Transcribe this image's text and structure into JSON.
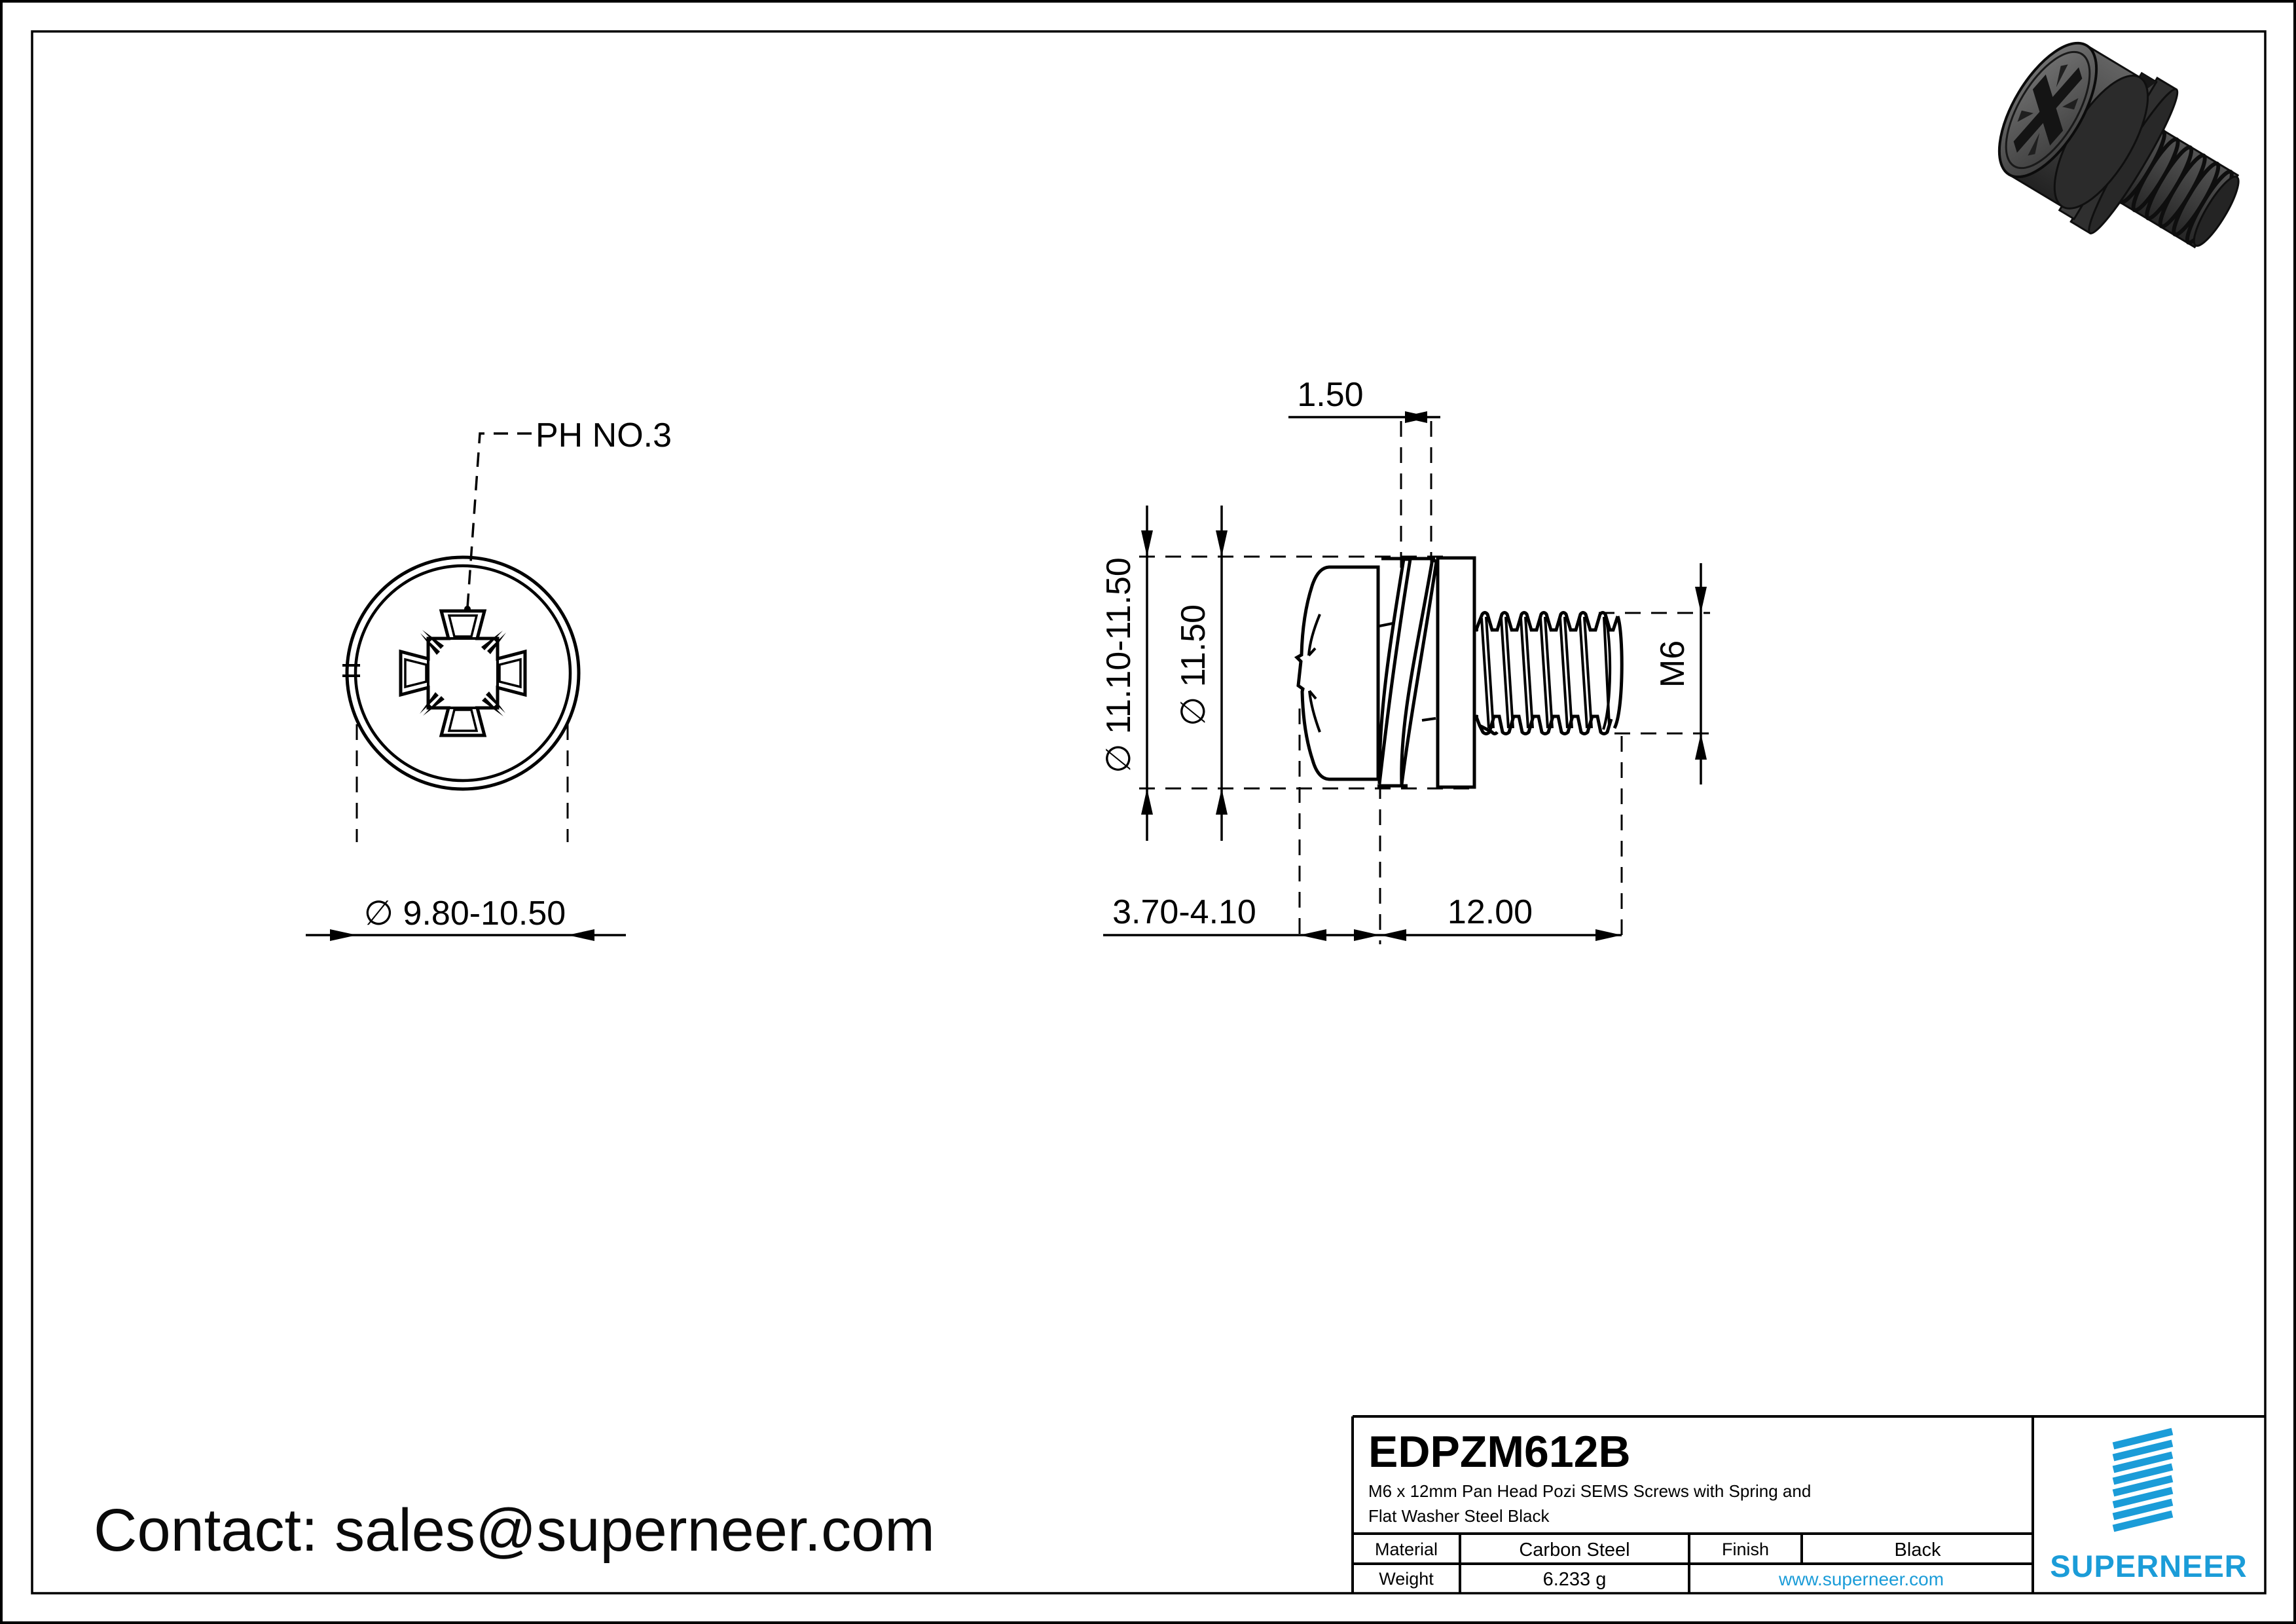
{
  "page": {
    "background": "#ffffff",
    "line_color": "#000000",
    "accent_blue": "#1b9cd8"
  },
  "annotations": {
    "ph_label": "PH NO.3"
  },
  "front_view": {
    "dim_head_diameter": "∅ 9.80-10.50"
  },
  "side_view": {
    "dim_spring_washer_width": "1.50",
    "dim_flat_washer_od": "∅ 11.10-11.50",
    "dim_head_od": "∅ 11.50",
    "dim_thread": "M6",
    "dim_head_height": "3.70-4.10",
    "dim_thread_length": "12.00"
  },
  "contact": {
    "text": "Contact: sales@superneer.com"
  },
  "title_block": {
    "part_number": "EDPZM612B",
    "description_line1": "M6 x 12mm Pan Head Pozi SEMS Screws with Spring and",
    "description_line2": "Flat Washer Steel Black",
    "material_label": "Material",
    "material_value": "Carbon Steel",
    "finish_label": "Finish",
    "finish_value": "Black",
    "weight_label": "Weight",
    "weight_value": "6.233 g",
    "website": "www.superneer.com",
    "brand": "SUPERNEER"
  }
}
